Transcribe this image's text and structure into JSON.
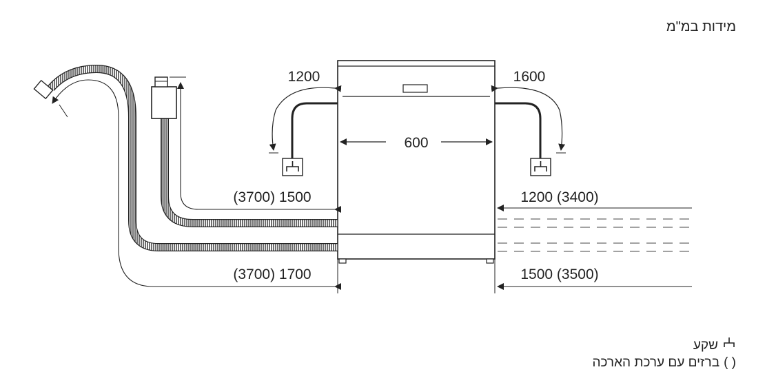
{
  "unit_title": "מידות במ\"מ",
  "dimensions": {
    "width": "600",
    "left_inlet_hose": "1200",
    "right_drain_hose": "1600",
    "left_upper_hose": "(3700) 1500",
    "left_lower_hose": "(3700) 1700",
    "right_upper_hose": "1200 (3400)",
    "right_lower_hose": "1500 (3500)"
  },
  "legend": {
    "socket_label": "שקע",
    "socket_icon": "socket-icon",
    "paren_symbol": "( )",
    "paren_label": "ברזים עם ערכת הארכה"
  }
}
